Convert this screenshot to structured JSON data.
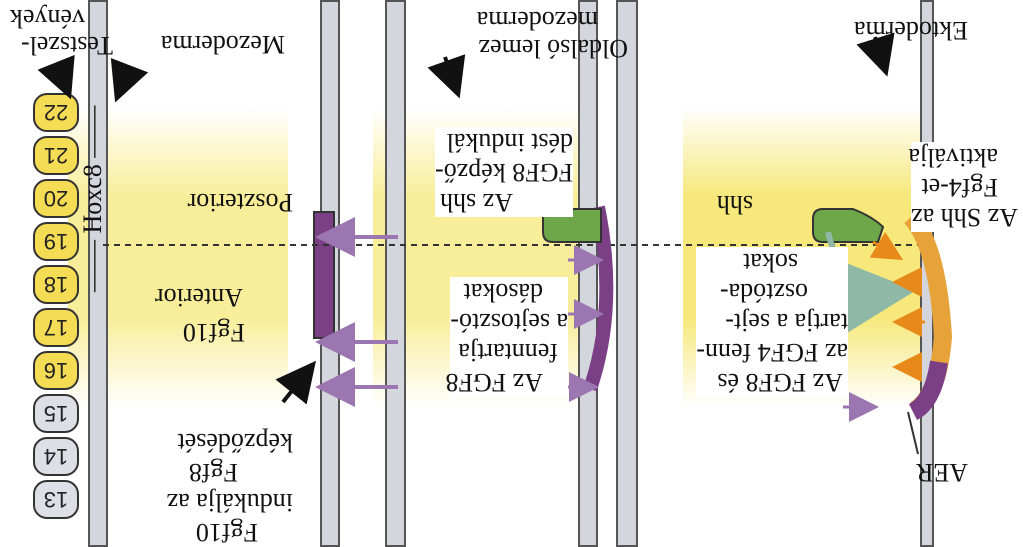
{
  "colors": {
    "yellow_field": "#f6e87a",
    "somite_active": "#f5dc55",
    "somite_inactive": "#dcdfe6",
    "mesoderm_purple": "#7b3f86",
    "shh_green": "#6ea64a",
    "aer_orange": "#e8a23a",
    "arrow_purple": "#9b76b0",
    "arrow_orange": "#e88a1a"
  },
  "somites": [
    {
      "num": "13",
      "active": false
    },
    {
      "num": "14",
      "active": false
    },
    {
      "num": "15",
      "active": false
    },
    {
      "num": "16",
      "active": true
    },
    {
      "num": "17",
      "active": true
    },
    {
      "num": "18",
      "active": true
    },
    {
      "num": "19",
      "active": true
    },
    {
      "num": "20",
      "active": true
    },
    {
      "num": "21",
      "active": true
    },
    {
      "num": "22",
      "active": true
    }
  ],
  "labels": {
    "hox": "—— Hoxc8 ——",
    "somites_title_1": "Testszel-",
    "somites_title_2": "vények",
    "mesoderm_label": "Mezoderma",
    "posterior": "Poszterior",
    "anterior": "Anterior",
    "fgf10": "Fgf10",
    "panel1_text": [
      "Fgf10",
      "indukálja az",
      "Fgf8",
      "képződését"
    ],
    "lateral_plate_1": "Oldalsó lemez",
    "lateral_plate_2": "mezoderma",
    "panel2_top": [
      "Az shh",
      "FGF8 képző-",
      "dést indukál"
    ],
    "panel2_bottom": [
      "Az FGF8",
      "fenntartja",
      "a sejtosztó-",
      "dásokat"
    ],
    "ectoderm": "Ektoderma",
    "shh": "shh",
    "panel3_top": [
      "Az Shh az",
      "Fgf4-et",
      "aktiválja"
    ],
    "panel3_bottom": [
      "Az FGF8 és",
      "az FGF4 fenn-",
      "tartja a sejt-",
      "osztóda-",
      "sokat"
    ],
    "aer": "AER"
  }
}
